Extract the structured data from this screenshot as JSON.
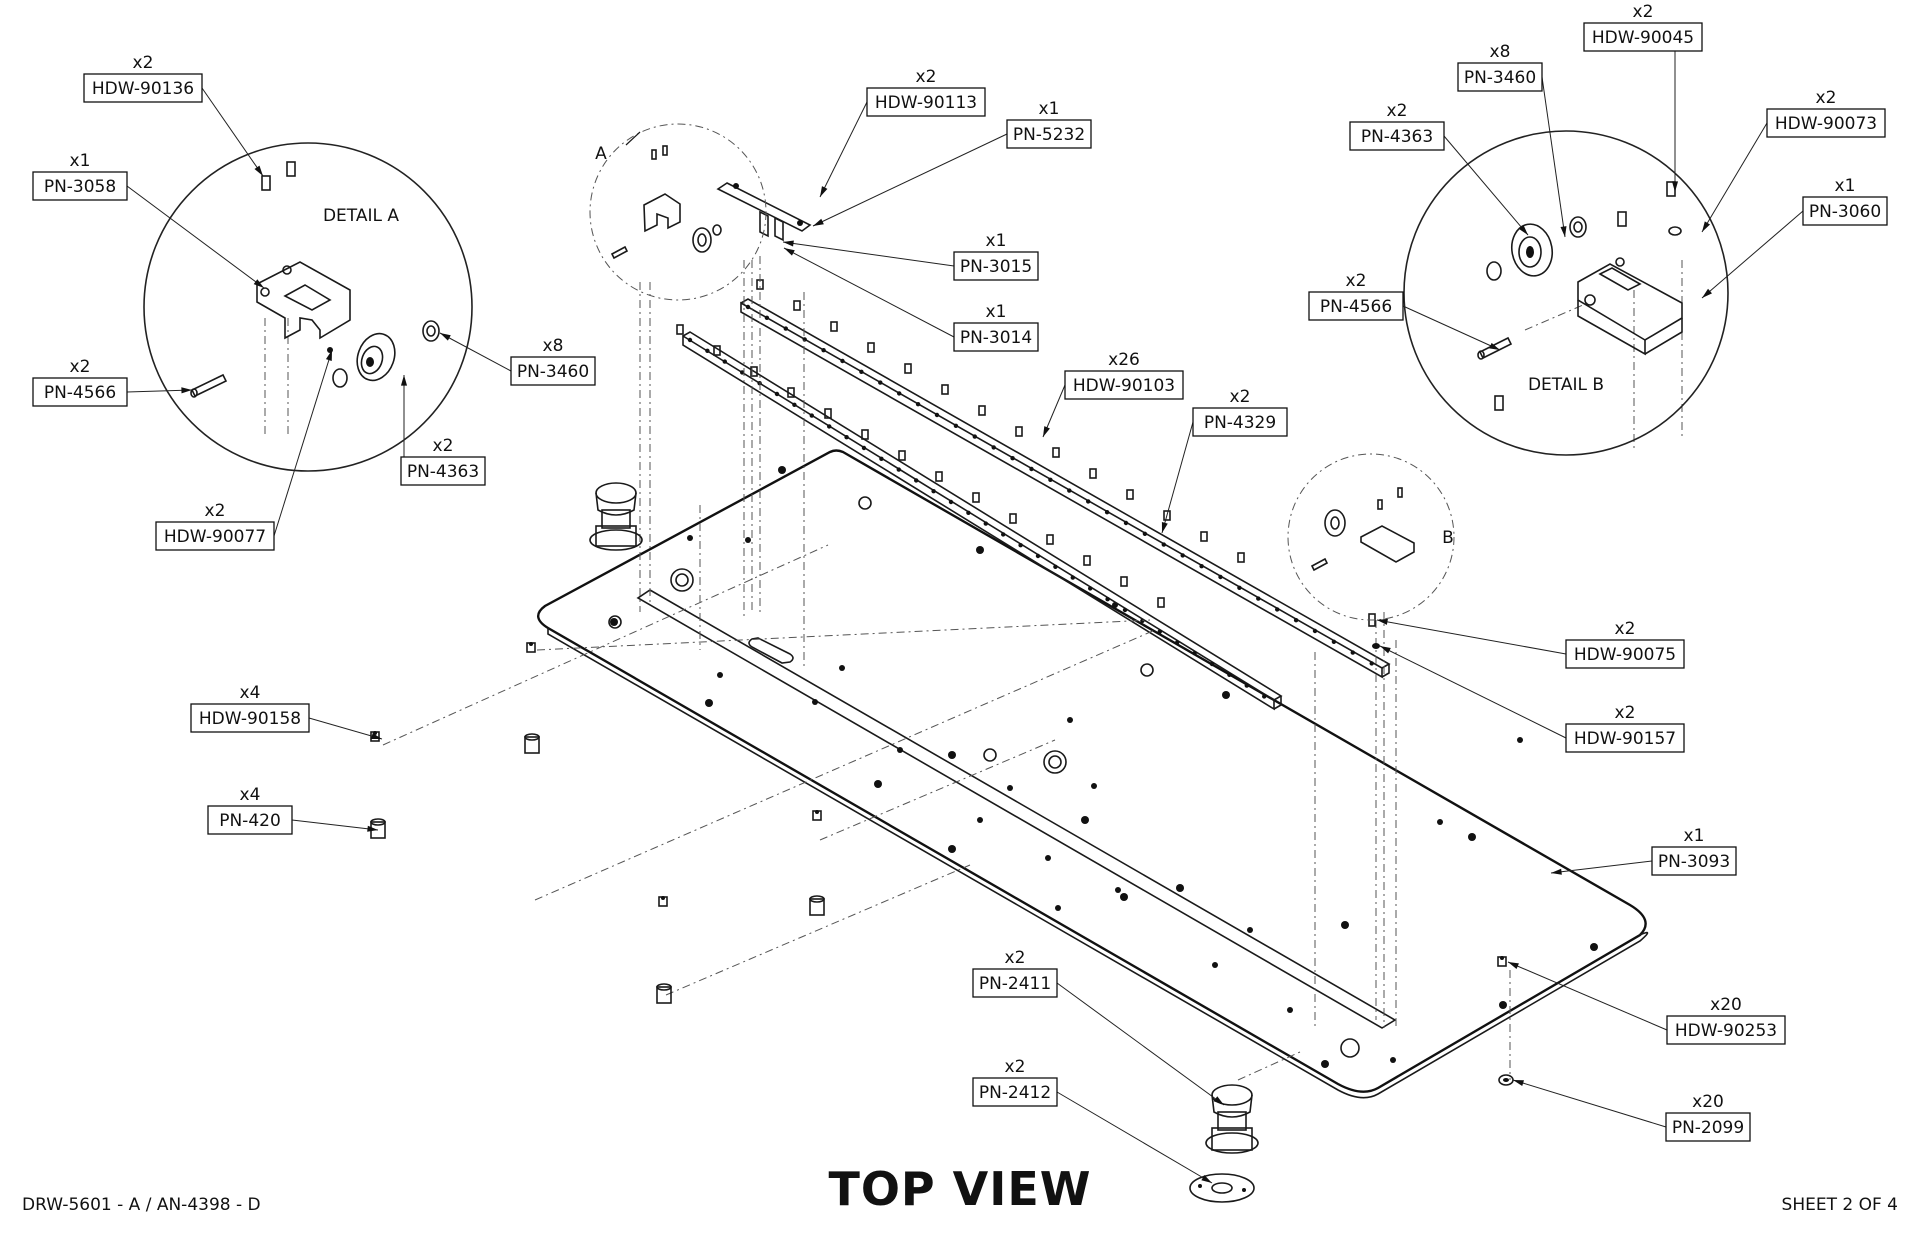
{
  "title": "TOP VIEW",
  "drawing_number": "DRW-5601 - A / AN-4398 - D",
  "sheet": "SHEET 2 OF 4",
  "detail_a": {
    "label": "DETAIL A",
    "marker": "A"
  },
  "detail_b": {
    "label": "DETAIL B",
    "marker": "B"
  },
  "callouts": [
    {
      "qty": "x2",
      "part": "HDW-90136"
    },
    {
      "qty": "x1",
      "part": "PN-3058"
    },
    {
      "qty": "x2",
      "part": "PN-4566"
    },
    {
      "qty": "x8",
      "part": "PN-3460"
    },
    {
      "qty": "x2",
      "part": "PN-4363"
    },
    {
      "qty": "x2",
      "part": "HDW-90077"
    },
    {
      "qty": "x2",
      "part": "HDW-90113"
    },
    {
      "qty": "x1",
      "part": "PN-5232"
    },
    {
      "qty": "x1",
      "part": "PN-3015"
    },
    {
      "qty": "x1",
      "part": "PN-3014"
    },
    {
      "qty": "x26",
      "part": "HDW-90103"
    },
    {
      "qty": "x2",
      "part": "PN-4329"
    },
    {
      "qty": "x8",
      "part": "PN-3460"
    },
    {
      "qty": "x2",
      "part": "HDW-90045"
    },
    {
      "qty": "x2",
      "part": "PN-4363"
    },
    {
      "qty": "x2",
      "part": "HDW-90073"
    },
    {
      "qty": "x1",
      "part": "PN-3060"
    },
    {
      "qty": "x2",
      "part": "PN-4566"
    },
    {
      "qty": "x2",
      "part": "HDW-90075"
    },
    {
      "qty": "x2",
      "part": "HDW-90157"
    },
    {
      "qty": "x4",
      "part": "HDW-90158"
    },
    {
      "qty": "x4",
      "part": "PN-420"
    },
    {
      "qty": "x1",
      "part": "PN-3093"
    },
    {
      "qty": "x2",
      "part": "PN-2411"
    },
    {
      "qty": "x2",
      "part": "PN-2412"
    },
    {
      "qty": "x20",
      "part": "HDW-90253"
    },
    {
      "qty": "x20",
      "part": "PN-2099"
    }
  ]
}
